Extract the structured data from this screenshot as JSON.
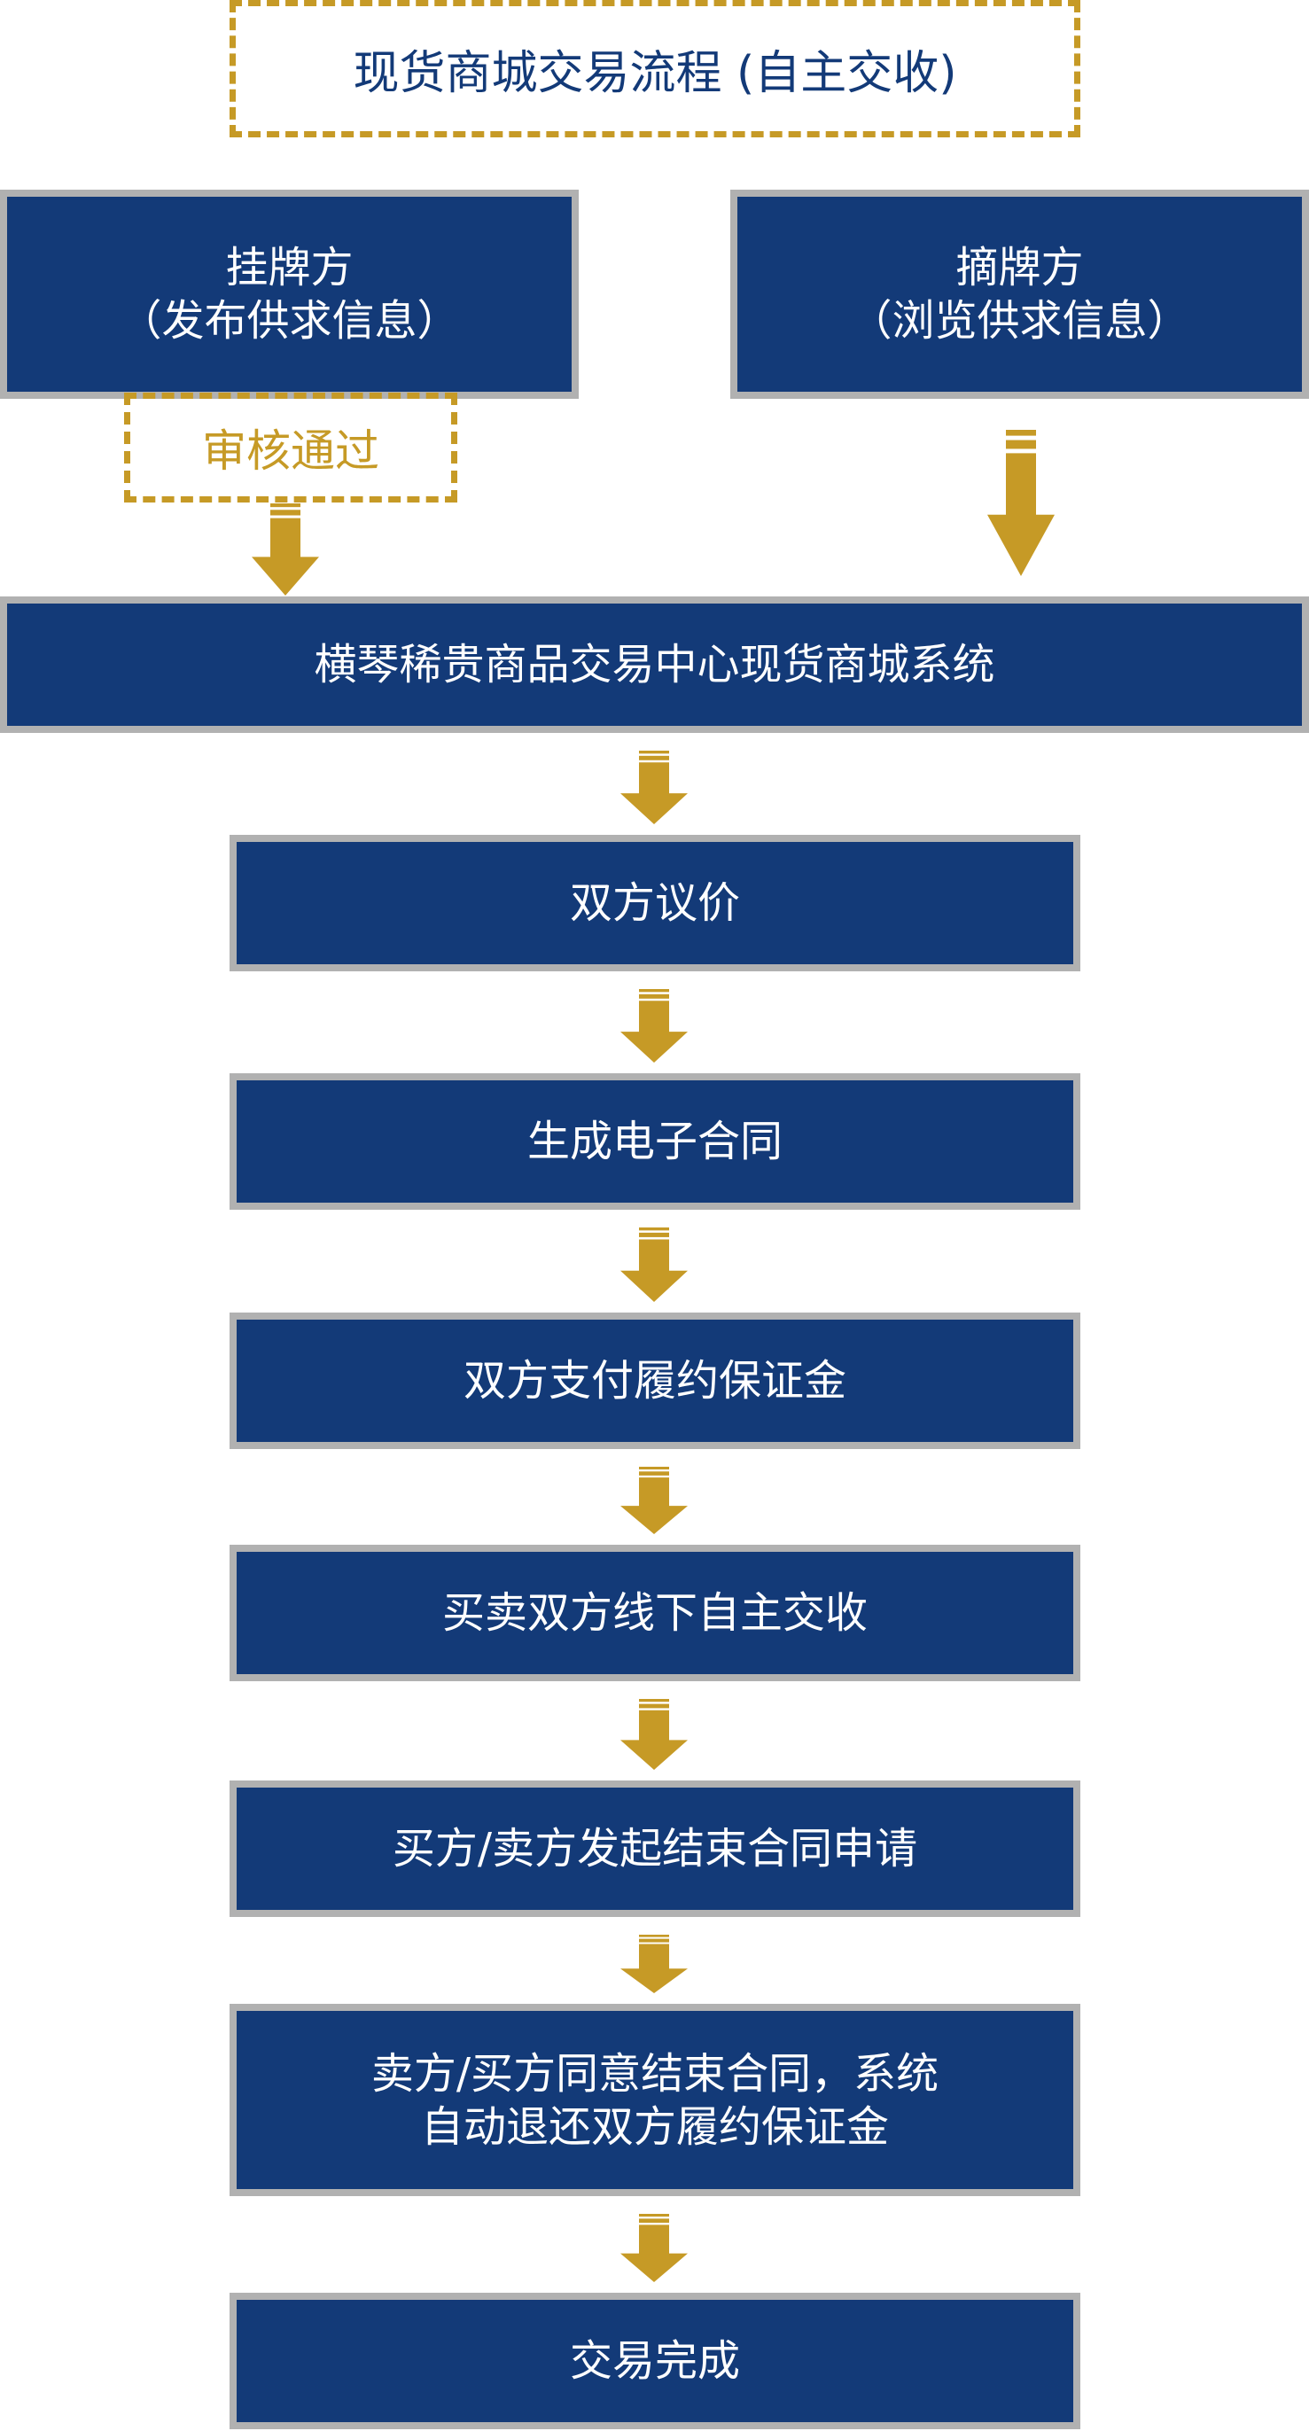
{
  "title": "现货商城交易流程 (自主交收)",
  "lister": {
    "line1": "挂牌方",
    "line2": "（发布供求信息）"
  },
  "taker": {
    "line1": "摘牌方",
    "line2": "（浏览供求信息）"
  },
  "review": "审核通过",
  "system": "横琴稀贵商品交易中心现货商城系统",
  "steps": [
    {
      "line1": "双方议价"
    },
    {
      "line1": "生成电子合同"
    },
    {
      "line1": "双方支付履约保证金"
    },
    {
      "line1": "买卖双方线下自主交收"
    },
    {
      "line1": "买方/卖方发起结束合同申请"
    },
    {
      "line1": "卖方/买方同意结束合同，系统",
      "line2": "自动退还双方履约保证金"
    },
    {
      "line1": "交易完成"
    }
  ],
  "colors": {
    "navy": "#133a78",
    "gold": "#c69a26",
    "border": "#b1b1b1"
  }
}
